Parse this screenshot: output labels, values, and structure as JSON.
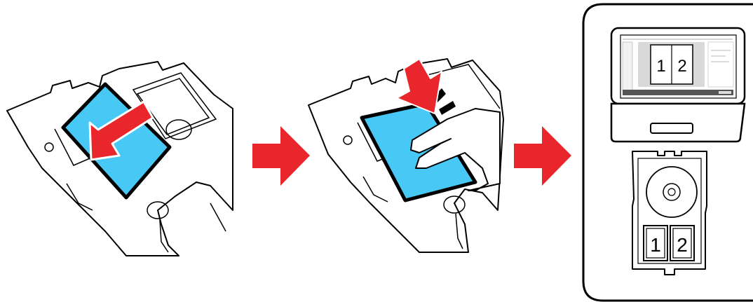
{
  "steps": [
    {
      "id": "insert-card",
      "icon": "arrow-into-tray-icon"
    },
    {
      "id": "press-card",
      "icon": "arrow-down-press-icon"
    },
    {
      "id": "print-result",
      "icon": "laptop-and-tray-icon"
    }
  ],
  "laptop": {
    "page_labels": [
      "1",
      "2"
    ]
  },
  "tray": {
    "card_labels": [
      "1",
      "2"
    ]
  },
  "colors": {
    "arrow_red": "#e8262b",
    "card_blue": "#47c8f5",
    "outline": "#000000"
  }
}
